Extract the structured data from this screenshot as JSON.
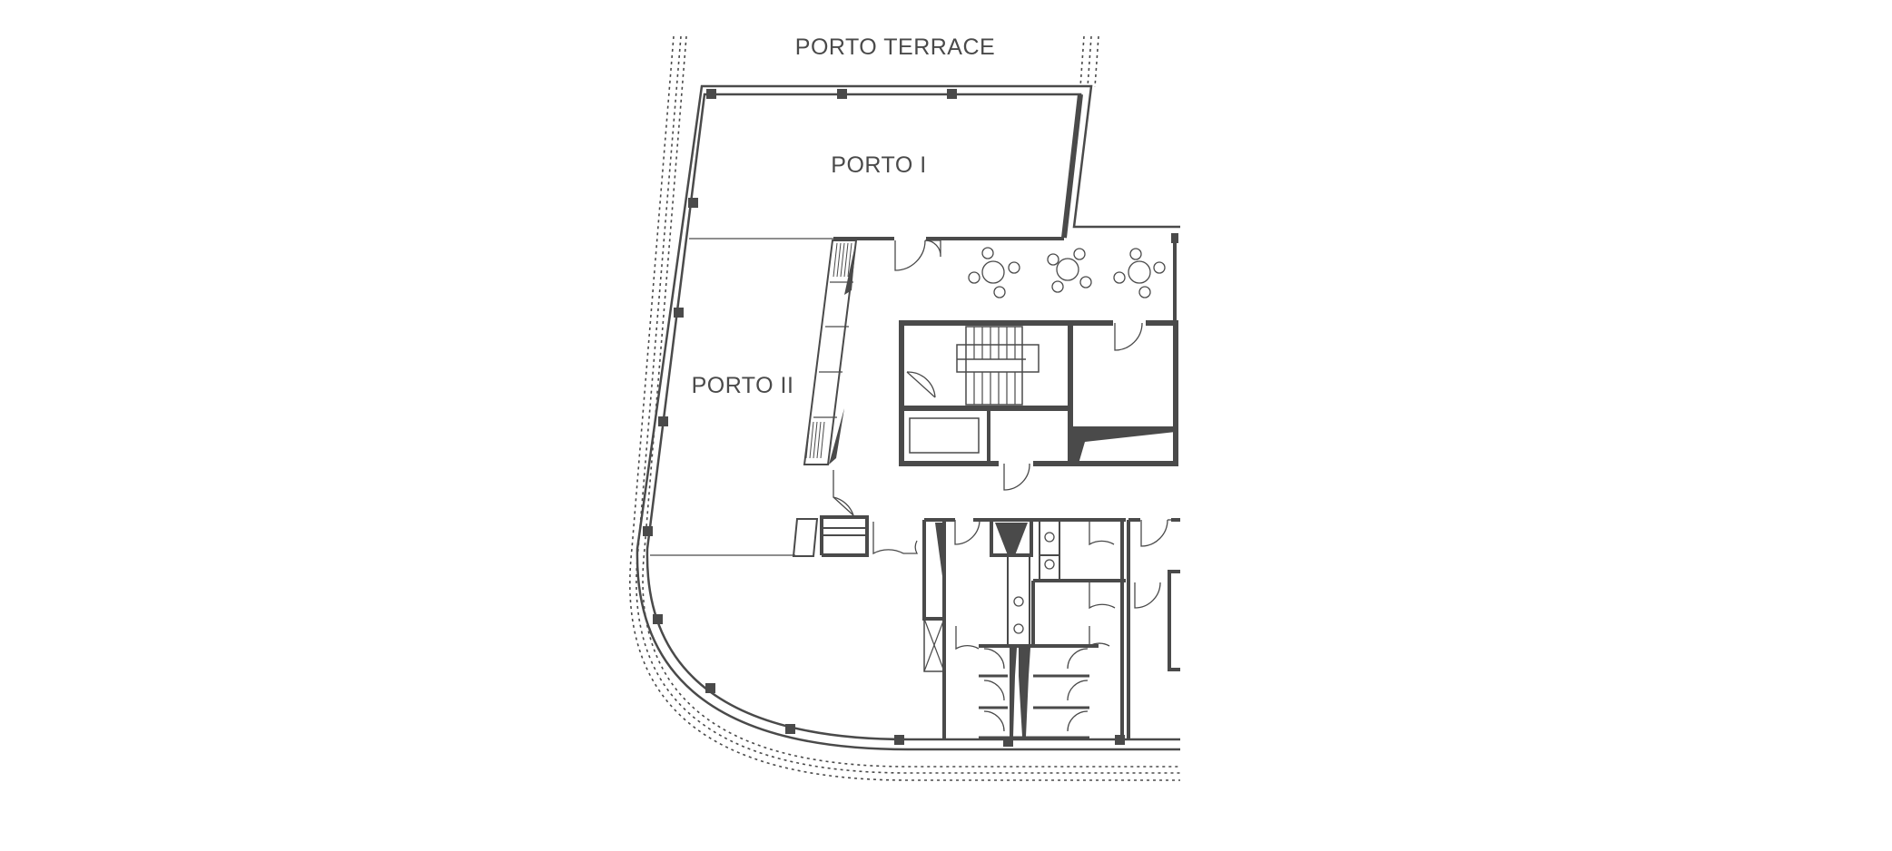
{
  "labels": {
    "terrace": "PORTO TERRACE",
    "room1": "PORTO I",
    "room2": "PORTO II"
  },
  "colors": {
    "ink": "#4a4a4a",
    "background": "#ffffff"
  }
}
